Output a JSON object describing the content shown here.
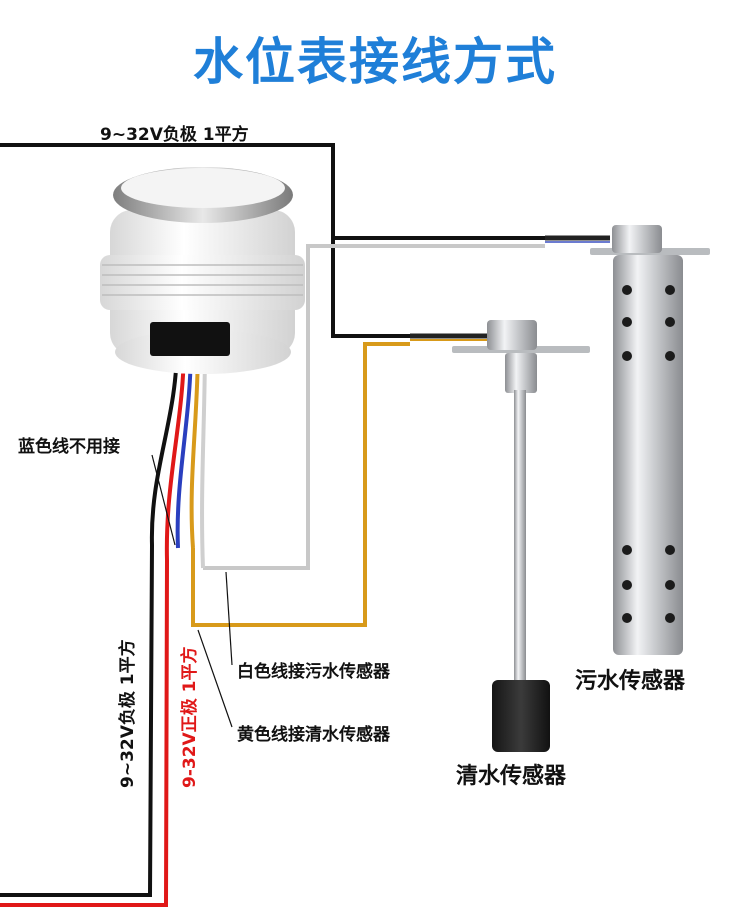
{
  "title": "水位表接线方式",
  "labels": {
    "top_negative": "9~32V负极 1平方",
    "blue_unused": "蓝色线不用接",
    "left_negative": "9~32V负极 1平方",
    "left_positive": "9-32V正极 1平方",
    "white_wire": "白色线接污水传感器",
    "yellow_wire": "黄色线接清水传感器",
    "grey_sensor": "污水传感器",
    "clean_sensor": "清水传感器"
  },
  "colors": {
    "title": "#1f7fd8",
    "negative_wire": "#111111",
    "positive_wire": "#e01818",
    "white_wire": "#c8c8c8",
    "yellow_wire": "#d89a1a",
    "blue_wire": "#2a3fbf"
  }
}
